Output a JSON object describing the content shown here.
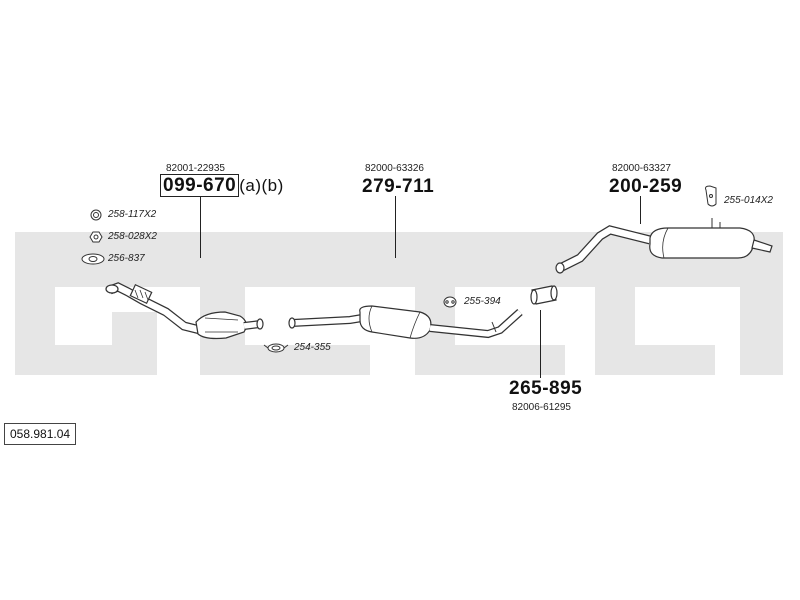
{
  "diagram_code": "058.981.04",
  "parts": {
    "front": {
      "oem": "82001-22935",
      "number": "099-670",
      "suffix": "(a)(b)"
    },
    "middle": {
      "oem": "82000-63326",
      "number": "279-711"
    },
    "rear": {
      "oem": "82000-63327",
      "number": "200-259"
    },
    "connector": {
      "oem": "82006-61295",
      "number": "265-895"
    }
  },
  "accessories": {
    "ring": "258-117X2",
    "nut": "258-028X2",
    "gasket": "256-837",
    "clamp": "254-355",
    "rubber_hanger": "255-394",
    "bracket": "255-014X2"
  }
}
